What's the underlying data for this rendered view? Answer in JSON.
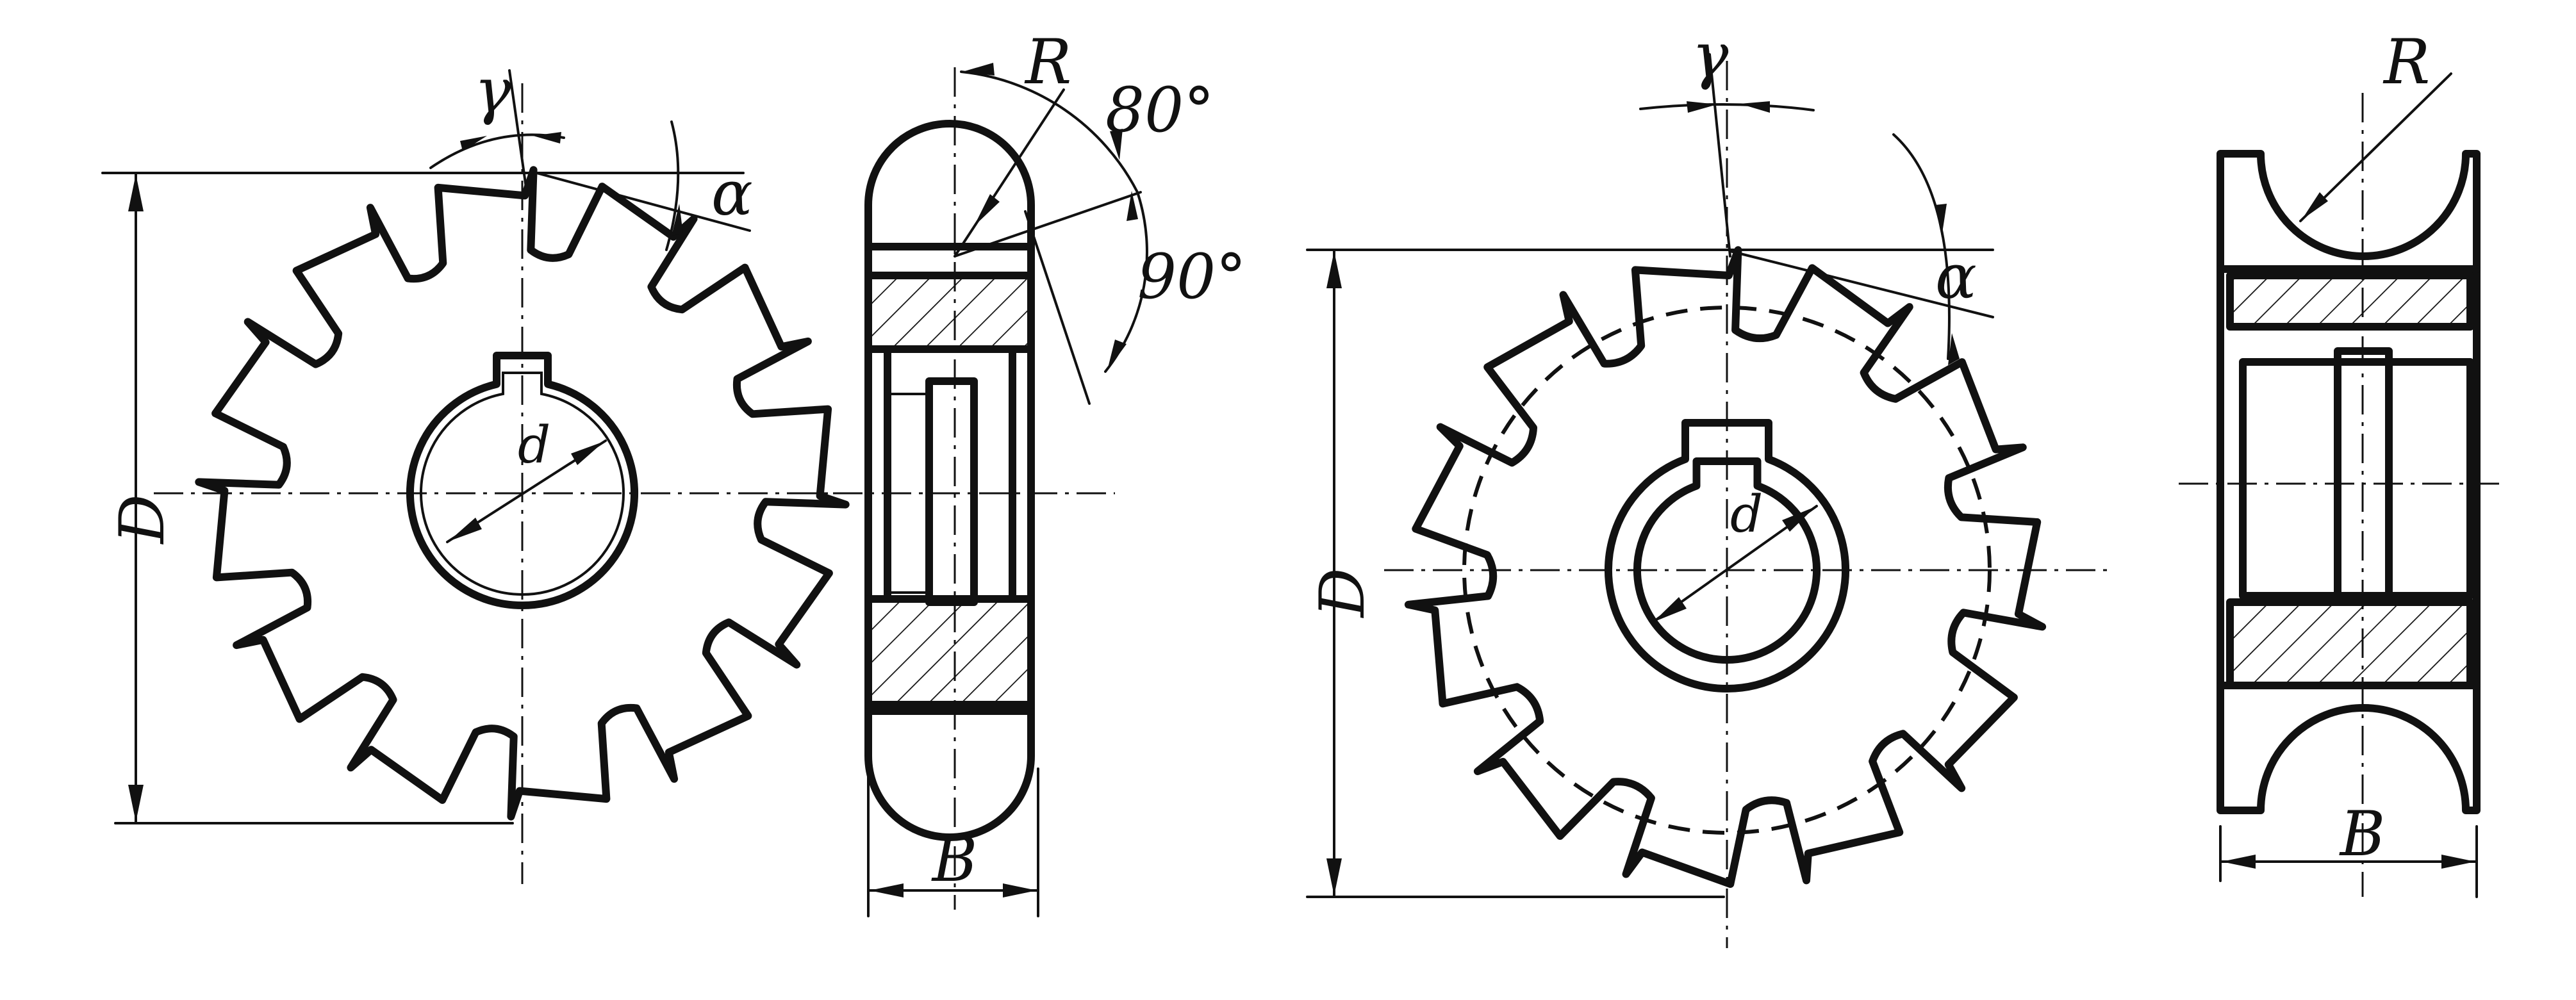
{
  "figure_left": {
    "front_view": {
      "diameter_label": "D",
      "bore_label": "d",
      "rake_label": "γ",
      "clearance_label": "α"
    },
    "side_view": {
      "radius_label": "R",
      "angle_top_label": "80°",
      "angle_right_label": "90°",
      "width_label": "B"
    }
  },
  "figure_right": {
    "front_view": {
      "diameter_label": "D",
      "bore_label": "d",
      "rake_label": "γ",
      "clearance_label": "α"
    },
    "side_view": {
      "radius_label": "R",
      "width_label": "B"
    }
  }
}
